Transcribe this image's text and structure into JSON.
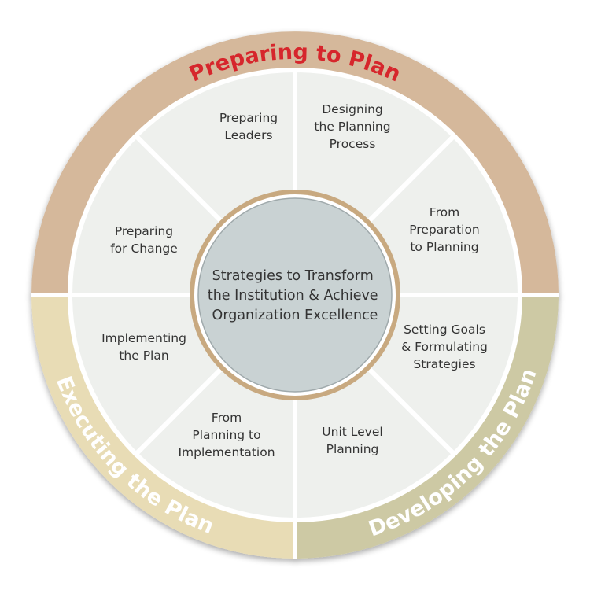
{
  "colors": {
    "prep_ring": "#d5b89b",
    "dev_ring": "#cdc9a4",
    "exec_ring": "#e8dcb5",
    "segment": "#eef0ed",
    "divider": "#ffffff",
    "hub": "#c9d2d3",
    "hub_ring": "#c8a980",
    "red_text": "#d6262c",
    "white_text": "#ffffff",
    "dark_text": "#333333"
  },
  "outer_ring": {
    "top": "Preparing to Plan",
    "bottom_right": "Developing the Plan",
    "bottom_left": "Executing the Plan"
  },
  "segments": [
    {
      "name": "preparing-leaders",
      "lines": [
        "Preparing",
        "Leaders"
      ],
      "highlight": true
    },
    {
      "name": "designing-the-planning-process",
      "lines": [
        "Designing",
        "the Planning",
        "Process"
      ],
      "highlight": false
    },
    {
      "name": "from-preparation-to-planning",
      "lines": [
        "From",
        "Preparation",
        "to Planning"
      ],
      "highlight": false
    },
    {
      "name": "setting-goals-formulating-strategies",
      "lines": [
        "Setting Goals",
        "& Formulating",
        "Strategies"
      ],
      "highlight": false
    },
    {
      "name": "unit-level-planning",
      "lines": [
        "Unit Level",
        "Planning"
      ],
      "highlight": false
    },
    {
      "name": "from-planning-to-implementation",
      "lines": [
        "From",
        "Planning to",
        "Implementation"
      ],
      "highlight": false
    },
    {
      "name": "implementing-the-plan",
      "lines": [
        "Implementing",
        "the Plan"
      ],
      "highlight": false
    },
    {
      "name": "preparing-for-change",
      "lines": [
        "Preparing",
        "for Change"
      ],
      "highlight": false
    }
  ],
  "center": {
    "lines": [
      "Strategies to Transform",
      "the Institution & Achieve",
      "Organization Excellence"
    ]
  }
}
